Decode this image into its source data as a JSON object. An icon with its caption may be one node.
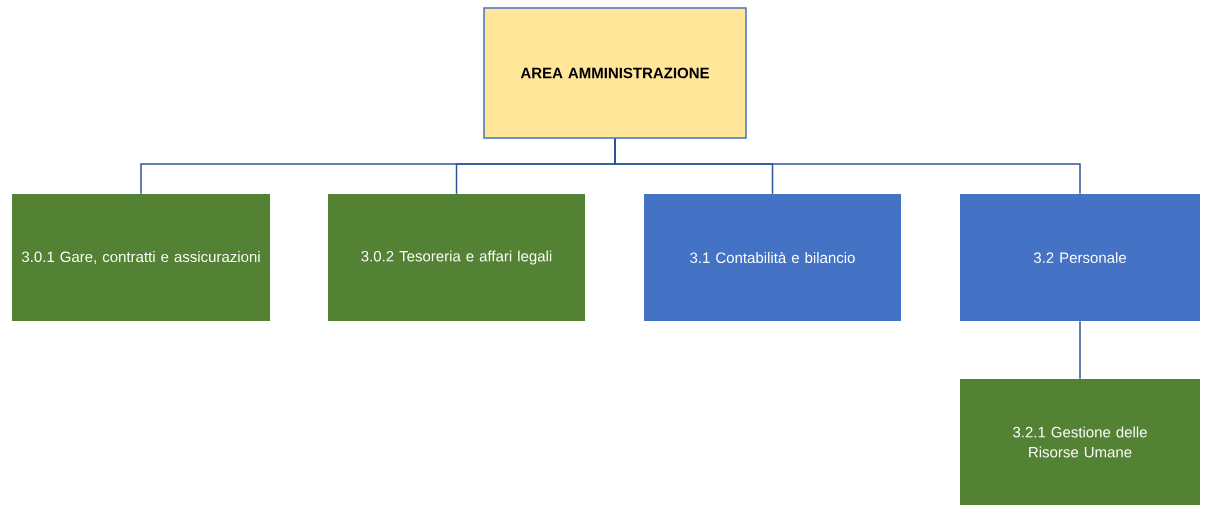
{
  "diagram": {
    "nodes": [
      {
        "text": [
          "AREA AMMINISTRAZIONE"
        ]
      },
      {
        "text": [
          "3.0.1 Gare, contratti e assicurazioni"
        ]
      },
      {
        "text": [
          "3.0.2 Tesoreria e affari legali"
        ]
      },
      {
        "text": [
          "3.1 Contabilità e bilancio"
        ]
      },
      {
        "text": [
          "3.2 Personale"
        ]
      },
      {
        "text": [
          "3.2.1 Gestione delle Risorse Umane"
        ]
      }
    ],
    "edges": [
      {
        "from": 0,
        "to": 1,
        "arrow": "none"
      },
      {
        "from": 0,
        "to": 2,
        "arrow": "none"
      },
      {
        "from": 0,
        "to": 3,
        "arrow": "none"
      },
      {
        "from": 0,
        "to": 4,
        "arrow": "none"
      },
      {
        "from": 4,
        "to": 5,
        "arrow": "none"
      }
    ]
  }
}
